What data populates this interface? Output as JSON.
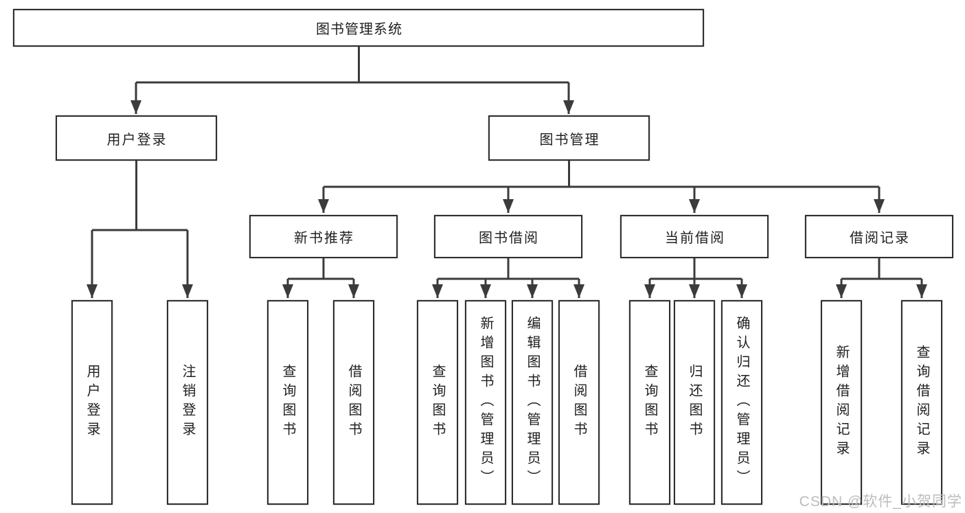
{
  "colors": {
    "background": "#ffffff",
    "border": "#2e2e2e",
    "line": "#3b3b3b",
    "text": "#1f1f1f",
    "watermark": "#bcbcbc"
  },
  "diagram": {
    "root": {
      "label": "图书管理系统"
    },
    "level2": [
      {
        "label": "用户登录"
      },
      {
        "label": "图书管理"
      }
    ],
    "level3": [
      {
        "label": "新书推荐"
      },
      {
        "label": "图书借阅"
      },
      {
        "label": "当前借阅"
      },
      {
        "label": "借阅记录"
      }
    ],
    "leaves": [
      {
        "label": "用户登录"
      },
      {
        "label": "注销登录"
      },
      {
        "label": "查询图书"
      },
      {
        "label": "借阅图书"
      },
      {
        "label": "查询图书"
      },
      {
        "label": "新增图书（管理员）"
      },
      {
        "label": "编辑图书（管理员）"
      },
      {
        "label": "借阅图书"
      },
      {
        "label": "查询图书"
      },
      {
        "label": "归还图书"
      },
      {
        "label": "确认归还（管理员）"
      },
      {
        "label": "新增借阅记录"
      },
      {
        "label": "查询借阅记录"
      }
    ]
  },
  "watermark": {
    "text": "CSDN @软件_小贺同学"
  }
}
